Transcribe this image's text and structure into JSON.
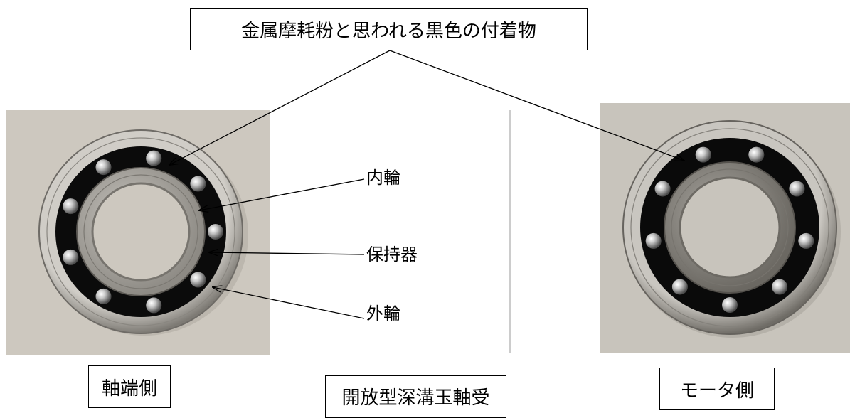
{
  "top_label": "金属摩耗粉と思われる黒色の付着物",
  "callouts": {
    "inner_ring": "内輪",
    "cage": "保持器",
    "outer_ring": "外輪"
  },
  "bottom_labels": {
    "shaft_end": "軸端側",
    "bearing_type": "開放型深溝玉軸受",
    "motor_side": "モータ側"
  },
  "photos": {
    "left": {
      "name": "shaft-end-bearing-photo",
      "background": "#cdc8bf",
      "inner_ring": "#9c9891"
    },
    "right": {
      "name": "motor-side-bearing-photo",
      "background": "#c8c4bc",
      "inner_ring": "#85817a"
    }
  },
  "colors": {
    "line": "#000000",
    "divider": "#999999",
    "cage_black": "#0b0b0b",
    "ring_steel": "#b9b6b0"
  }
}
